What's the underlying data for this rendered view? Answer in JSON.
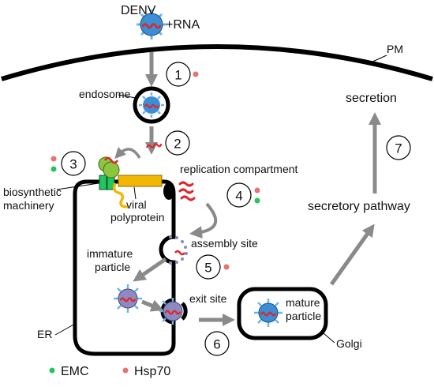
{
  "virus": {
    "name": "DENV",
    "genome": "+RNA"
  },
  "membranes": {
    "plasma_membrane": "PM",
    "er": "ER",
    "golgi": "Golgi"
  },
  "labels": {
    "endosome": "endosome",
    "biosynthetic_1": "biosynthetic",
    "biosynthetic_2": "machinery",
    "polyprotein_1": "viral",
    "polyprotein_2": "polyprotein",
    "replication": "replication compartment",
    "assembly": "assembly site",
    "immature_1": "immature",
    "immature_2": "particle",
    "exit": "exit site",
    "mature_1": "mature",
    "mature_2": "particle",
    "secretory": "secretory pathway",
    "secretion": "secretion"
  },
  "steps": [
    "1",
    "2",
    "3",
    "4",
    "5",
    "6",
    "7"
  ],
  "legend": [
    {
      "label": "EMC",
      "color": "#22c55e"
    },
    {
      "label": "Hsp70",
      "color": "#e57373"
    }
  ],
  "colors": {
    "virion_fill": "#3b8fd6",
    "spike": "#6ab7e8",
    "rna": "#e0262a",
    "arrow": "#8a8a8a",
    "polyprotein": "#f2b705",
    "ribosome": "#8cc63f",
    "emc": "#22c55e",
    "hsp70": "#e57373",
    "immature_fill": "#8c8ac0"
  }
}
